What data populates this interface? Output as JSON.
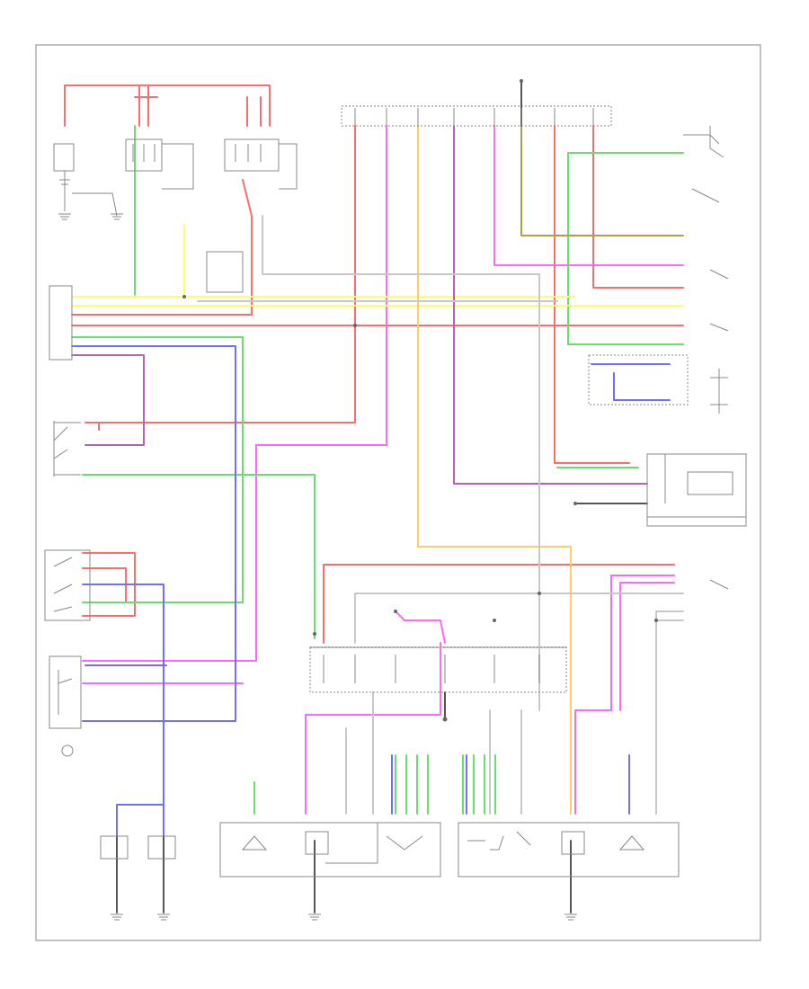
{
  "diagram": {
    "footer_code": "",
    "wire_colors": {
      "red": "#ff6b6b",
      "pink": "#ff66ff",
      "green": "#66e066",
      "yellow": "#ffff66",
      "orange": "#ffcc66",
      "blue": "#6f6fff",
      "gray": "#c8c8c8",
      "dark": "#555555",
      "brown": "#b99a4a",
      "purple": "#b266b2"
    },
    "components": [
      {
        "id": "battery",
        "label": ""
      },
      {
        "id": "fusible-link-box",
        "label": ""
      },
      {
        "id": "ipdm",
        "label": ""
      },
      {
        "id": "fuse-block",
        "label": ""
      },
      {
        "id": "ignition-switch",
        "label": ""
      },
      {
        "id": "combination-switch",
        "label": ""
      },
      {
        "id": "lighting-switch",
        "label": ""
      },
      {
        "id": "headlamp-aiming-switch",
        "label": ""
      },
      {
        "id": "left-headlamp",
        "label": ""
      },
      {
        "id": "right-headlamp",
        "label": ""
      },
      {
        "id": "combination-meter",
        "label": ""
      },
      {
        "id": "bcm",
        "label": ""
      },
      {
        "id": "ipdm-er",
        "label": ""
      }
    ]
  }
}
